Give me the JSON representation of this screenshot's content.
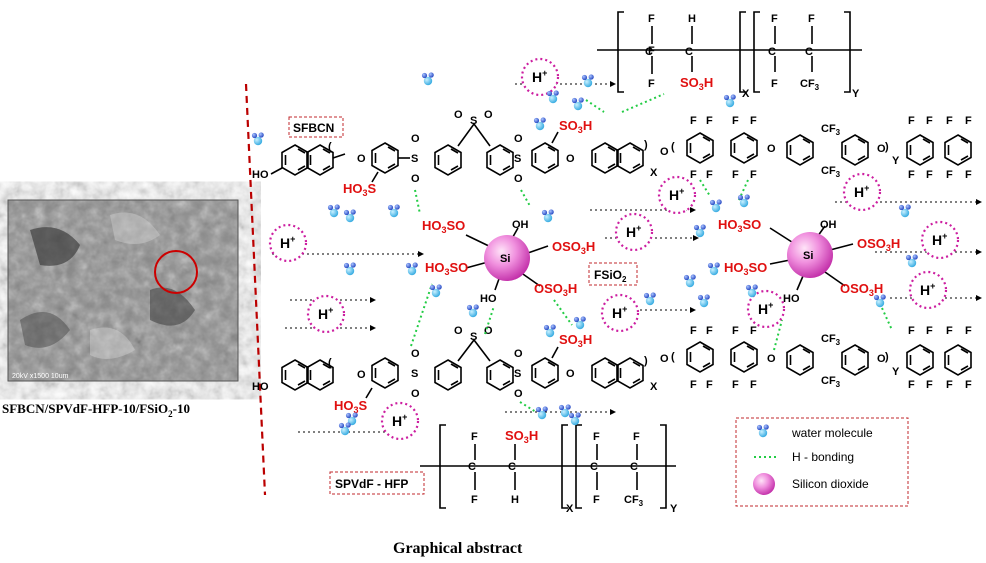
{
  "caption": "Graphical abstract",
  "sem": {
    "label": "SFBCN/SPVdF-HFP-10/FSiO",
    "label_sub": "2",
    "label_tail": "-10",
    "scale_text": "20kV  x1500   10um"
  },
  "boxes": {
    "sfbcn": "SFBCN",
    "fsio2": "FSiO",
    "fsio2_sub": "2",
    "spvdf": "SPVdF - HFP"
  },
  "groups": {
    "so3h_main": "SO",
    "so3h_sub": "3",
    "so3h_tail": "H",
    "ho3s_left": "HO",
    "ho3s_sub": "3",
    "ho3s_tail": "S",
    "ho3so": "HO",
    "ho3so_sub": "3",
    "ho3so_tail": "SO",
    "oso3h": "OSO",
    "oso3h_sub": "3",
    "oso3h_tail": "H",
    "si": "Si",
    "oh": "OH",
    "ho": "HO",
    "hion": "H",
    "hion_sup": "+",
    "f": "F",
    "h": "H",
    "o": "O",
    "s": "S",
    "cf3": "CF",
    "cf3_sub": "3",
    "x": "X",
    "y": "Y"
  },
  "legend": {
    "items": [
      {
        "label": "water molecule",
        "icon": "water-molecule-icon"
      },
      {
        "label": "H - bonding",
        "icon": "h-bond-line-icon"
      },
      {
        "label": "Silicon dioxide",
        "icon": "silica-sphere-icon"
      }
    ]
  },
  "colors": {
    "acid_red": "#e01010",
    "h_bond_green": "#22cc44",
    "h_ion_ring": "#cc1ea0",
    "silica_pink": "#e060c8",
    "water_blue": "#3a6cd8",
    "water_cyan": "#58c8f0",
    "box_border": "#c0282c",
    "cut_line": "#bb0000"
  }
}
